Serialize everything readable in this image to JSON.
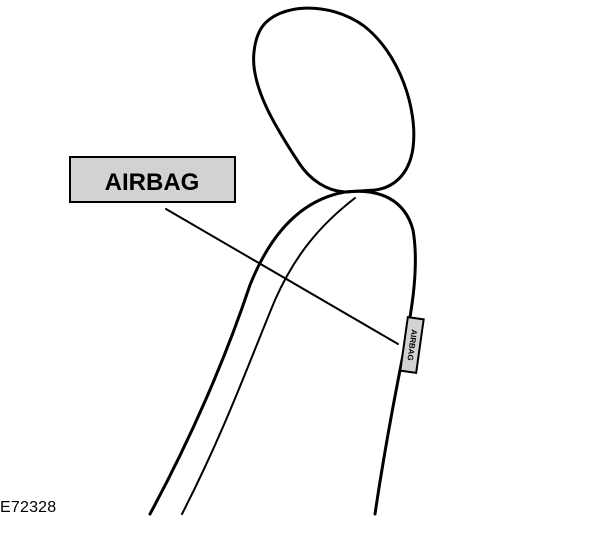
{
  "callout": {
    "label": "AIRBAG"
  },
  "seat_tag": {
    "label": "AIRBAG"
  },
  "reference_code": "E72328",
  "colors": {
    "label_fill": "#d2d2d2",
    "line": "#000000",
    "background": "#ffffff"
  }
}
